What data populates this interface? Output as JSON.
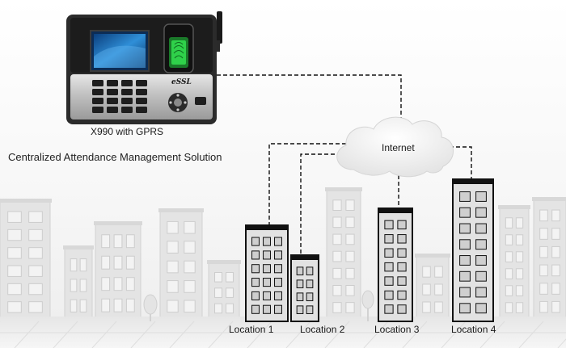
{
  "device": {
    "caption": "X990 with GPRS",
    "brand": "eSSL"
  },
  "solution_title": "Centralized Attendance Management Solution",
  "network": {
    "cloud_label": "Internet"
  },
  "locations": [
    {
      "label": "Location 1"
    },
    {
      "label": "Location 2"
    },
    {
      "label": "Location 3"
    },
    {
      "label": "Location 4"
    }
  ],
  "colors": {
    "screen_blue": "#1f6fb8",
    "fingerprint_green": "#22c23a",
    "connector": "#111111",
    "building_fill": "#e3e3e3",
    "building_outline": "#111111",
    "background_building": "#d6d6d6"
  }
}
